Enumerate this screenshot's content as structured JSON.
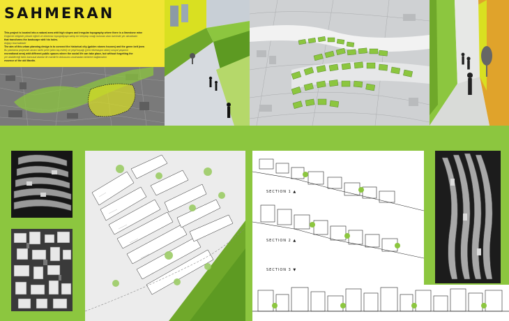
{
  "project": {
    "title": "SAHMERAN",
    "paragraphs": [
      {
        "lang": "en",
        "text": "This project is located into a natural area whit high slopes and irregular topography where there is a limestone mine"
      },
      {
        "lang": "tr",
        "text": "Doğal bir bölgede yüksek eğimli ve düzensiz topografyaya sahip bir kireçtaşı ocağı bulunan alan üzerinde yer almaktadır"
      },
      {
        "lang": "en",
        "text": "that transforms the landscape whit his holes."
      },
      {
        "lang": "tr",
        "text": "doğayı bozmaktadır"
      },
      {
        "lang": "en",
        "text": "The aim of this urban planning design is to connect the historical city (golden stones houses) and the green belt (new"
      },
      {
        "lang": "tr",
        "text": "Bu planlama projesinin amacı tarihi şehri (altın taş evleri) ve yeşil kuşağı (yeni rekreasyon alanı) sosyal yaşamın"
      },
      {
        "lang": "en",
        "text": "recreational area) whit different public spaces where the social life can take place, but without forgetting the"
      },
      {
        "lang": "tr",
        "text": "yer alabileceği farklı kamusal alanlar ile mardin'in dokusunu unutmadan birbirine bağlamaktır"
      },
      {
        "lang": "en",
        "text": "essence of the old Mardin."
      }
    ]
  },
  "sections": [
    "SECTION 1 ▲",
    "SECTION 2 ▲",
    "SECTION 3 ▼"
  ],
  "colors": {
    "background": "#8cc63f",
    "title_yellow": "#f1e534",
    "yellow_green": "#d9e021",
    "green": "#8cc63f",
    "dark_green": "#4a7d1f",
    "orange": "#e0a32b"
  },
  "panels": [
    {
      "id": "title-sheet",
      "depicts": "site aerial map with green and yellow planning overlay"
    },
    {
      "id": "perspective-street",
      "depicts": "perspective render of green walls and people on stepped street"
    },
    {
      "id": "site-plan-top",
      "depicts": "contour site plan with green terrace blocks"
    },
    {
      "id": "perspective-alley",
      "depicts": "narrow alley between green and orange walls with pedestrians"
    },
    {
      "id": "model-photo-top-left",
      "depicts": "physical model photo of terraced buildings"
    },
    {
      "id": "model-photo-bottom-left",
      "depicts": "physical model photo of white block massing"
    },
    {
      "id": "master-plan",
      "depicts": "detailed plan with building footprints, trees and green slope"
    },
    {
      "id": "sections-sheet",
      "depicts": "three building sections along the slope"
    },
    {
      "id": "model-photo-right",
      "depicts": "physical model photo of curved terraces"
    }
  ]
}
